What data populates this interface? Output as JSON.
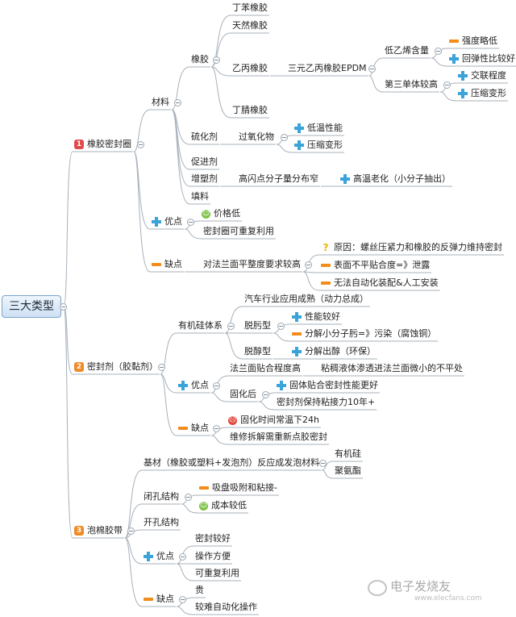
{
  "root": "三大类型",
  "rubber": {
    "badge": "1",
    "title": "橡胶密封圈",
    "material": {
      "label": "材料",
      "rubber": {
        "label": "橡胶",
        "sbr": "丁苯橡胶",
        "nr": "天然橡胶",
        "epm": "乙丙橡胶",
        "epdm": "三元乙丙橡胶EPDM",
        "low_ethylene": "低乙烯含量",
        "strength_low": "强度略低",
        "resilience_good": "回弹性比较好",
        "third_monomer_high": "第三单体较高",
        "crosslink": "交联程度",
        "compression_set": "压缩变形",
        "nbr": "丁腈橡胶"
      },
      "vulcanizer": "硫化剂",
      "peroxide": "过氧化物",
      "low_temp": "低温性能",
      "compression_set2": "压缩变形",
      "accelerator": "促进剂",
      "plasticizer": "增塑剂",
      "high_flash": "高闪点分子量分布窄",
      "high_temp_aging": "高温老化（小分子抽出）",
      "filler": "填料"
    },
    "pros": {
      "label": "优点",
      "cheap": "价格低",
      "reusable": "密封圈可重复利用"
    },
    "cons": {
      "label": "缺点",
      "flatness_req": "对法兰面平整度要求较高",
      "reason": "原因：螺丝压紧力和橡胶的反弹力维持密封",
      "leak": "表面不平贴合度=》泄露",
      "no_auto": "无法自动化装配&人工安装"
    }
  },
  "sealant": {
    "badge": "2",
    "title": "密封剂（胶黏剂）",
    "silicone": {
      "label": "有机硅体系",
      "mature": "汽车行业应用成熟（动力总成）",
      "deoxime": "脱肟型",
      "perf_good": "性能较好",
      "decompose": "分解小分子肟=》污染（腐蚀铜）",
      "dealcohol": "脱醇型",
      "alcohol_out": "分解出醇（环保）"
    },
    "pros": {
      "label": "优点",
      "fit_high": "法兰面贴合程度高",
      "penetrate": "粘稠液体渗透进法兰面微小的不平处",
      "after_cure": "固化后",
      "solid_fit": "固体贴合密封性能更好",
      "adhesion_10y": "密封剂保持粘接力10年+"
    },
    "cons": {
      "label": "缺点",
      "cure_24h": "固化时间常温下24h",
      "repair": "维修拆解需重新点胶密封"
    }
  },
  "foam": {
    "badge": "3",
    "title": "泡棉胶带",
    "substrate": "基材（橡胶或塑料+发泡剂）反应成发泡材料",
    "silicone": "有机硅",
    "pu": "聚氨酯",
    "closed": {
      "label": "闭孔结构",
      "suction": "吸盘吸附和粘接-",
      "low_cost": "成本较低"
    },
    "open": "开孔结构",
    "pros": {
      "label": "优点",
      "seal_good": "密封较好",
      "easy": "操作方便",
      "reuse": "可重复利用"
    },
    "cons": {
      "label": "缺点",
      "expensive": "贵",
      "hard_auto": "较难自动化操作"
    }
  },
  "watermark": {
    "brand": "电子发烧友",
    "url": "www.elecfans.com"
  },
  "colors": {
    "line": "#a7b0ba",
    "plus": "#3aa3d8",
    "minus": "#f28c1a",
    "badge1": "#e04a4a",
    "badge23": "#f08a24"
  }
}
